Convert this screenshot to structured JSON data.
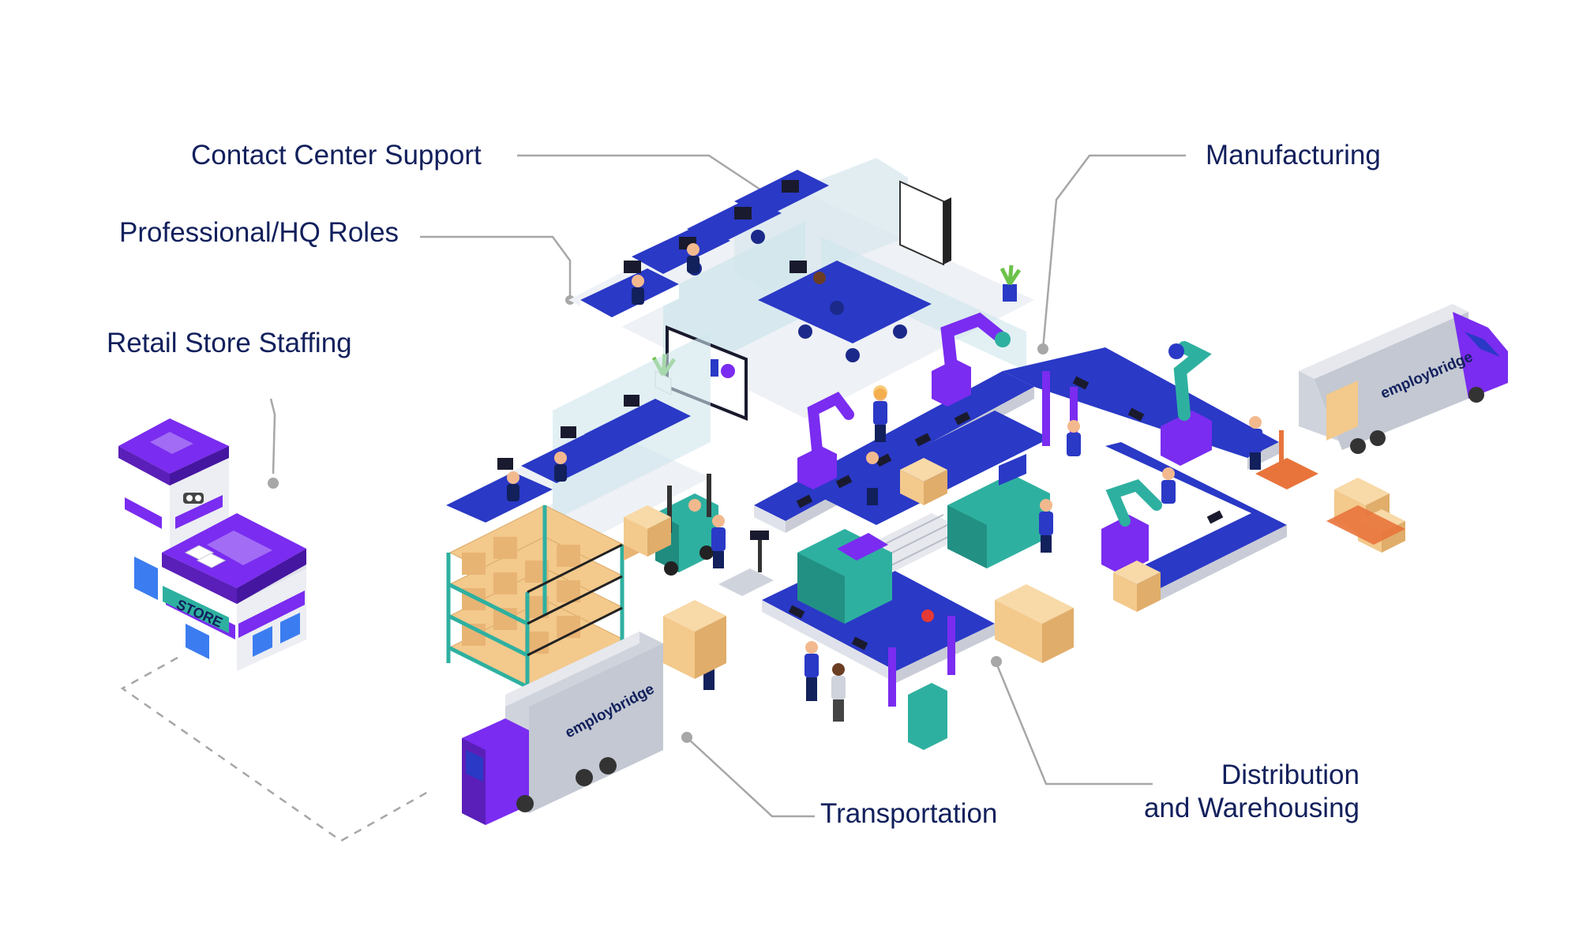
{
  "colors": {
    "accent_purple": "#7a2cf0",
    "royal_blue": "#2a39c6",
    "teal": "#2eb0a0",
    "label_navy": "#12205c",
    "leader_gray": "#a7a7a7",
    "box_tan": "#f3c98c"
  },
  "labels": {
    "contact_center": "Contact Center Support",
    "professional_hq": "Professional/HQ Roles",
    "retail": "Retail Store Staffing",
    "manufacturing": "Manufacturing",
    "distribution_line1": "Distribution",
    "distribution_line2": "and Warehousing",
    "transportation": "Transportation"
  },
  "scene": {
    "truck_brand": "employbridge",
    "store_sign": "STORE"
  },
  "icons": [
    "store-building",
    "office-workstations",
    "conveyor-line",
    "robot-arm",
    "forklift",
    "pallet-rack",
    "delivery-truck",
    "cardboard-boxes"
  ]
}
